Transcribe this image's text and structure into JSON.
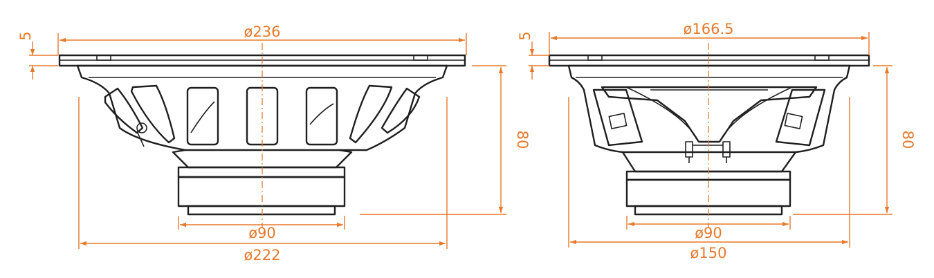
{
  "colors": {
    "outline": "#1f1f1f",
    "dimension": "#e8782a",
    "background": "#ffffff"
  },
  "views": [
    {
      "name": "left-view",
      "dimensions": {
        "frame_diameter": "ø236",
        "mount_diameter": "ø222",
        "magnet_diameter": "ø90",
        "flange_thickness": "5",
        "mount_depth": "80"
      }
    },
    {
      "name": "right-view",
      "dimensions": {
        "frame_diameter": "ø166.5",
        "mount_diameter": "ø150",
        "magnet_diameter": "ø90",
        "flange_thickness": "5",
        "mount_depth": "80"
      }
    }
  ]
}
